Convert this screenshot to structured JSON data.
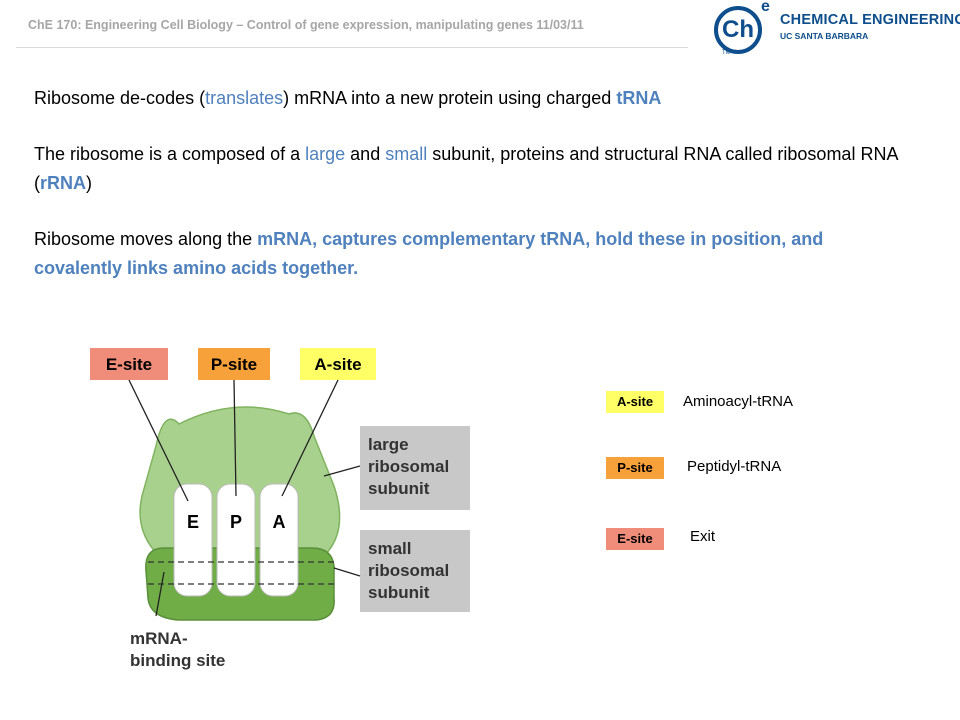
{
  "header": {
    "title": "ChE 170: Engineering Cell Biology – Control of gene expression, manipulating genes 11/03/11"
  },
  "logo": {
    "mark": "Ch",
    "superscript": "e",
    "line1": "CHEMICAL ENGINEERING",
    "line2": "UC SANTA BARBARA",
    "tm": "TM"
  },
  "body": {
    "p1": {
      "a": "Ribosome de-codes (",
      "b": "translates",
      "c": ") mRNA into a new protein using charged ",
      "d": "tRNA"
    },
    "p2": {
      "a": "The ribosome is a composed of  a ",
      "b": "large",
      "c": " and ",
      "d": "small",
      "e": " subunit, proteins and structural RNA called ribosomal RNA (",
      "f": "rRNA",
      "g": ")"
    },
    "p3": {
      "a": "Ribosome moves along the ",
      "b": "mRNA, captures complementary tRNA, hold these in position, and covalently links amino acids together."
    }
  },
  "diagram": {
    "e_site": "E-site",
    "p_site": "P-site",
    "a_site": "A-site",
    "slot_e": "E",
    "slot_p": "P",
    "slot_a": "A",
    "large_1": "large",
    "large_2": "ribosomal",
    "large_3": "subunit",
    "small_1": "small",
    "small_2": "ribosomal",
    "small_3": "subunit",
    "mrna_1": "mRNA-",
    "mrna_2": "binding site"
  },
  "legend": [
    {
      "badge": "A-site",
      "text": "Aminoacyl-tRNA",
      "color": "#ffff66"
    },
    {
      "badge": "P-site",
      "text": "Peptidyl-tRNA",
      "color": "#f7a13a"
    },
    {
      "badge": "E-site",
      "text": "Exit",
      "color": "#f08c7a"
    }
  ],
  "colors": {
    "accent": "#4f81bd",
    "large_subunit": "#a9d18e",
    "small_subunit": "#70ad47",
    "callout": "#c8c8c8"
  }
}
